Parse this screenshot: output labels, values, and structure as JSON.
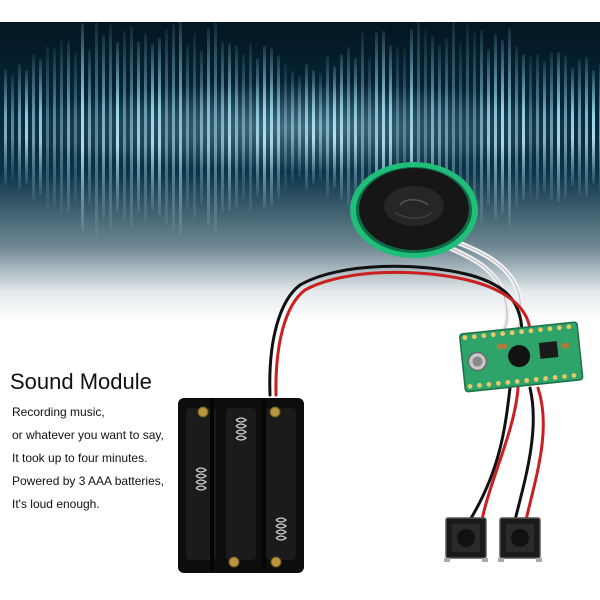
{
  "title": "Sound Module",
  "description": [
    "Recording music,",
    "or whatever you want to say,",
    "It took up to four minutes.",
    "Powered by 3 AAA batteries,",
    "It's loud enough."
  ],
  "colors": {
    "banner_dark": "#031622",
    "wave_light": "#a0e1f5",
    "speaker_ring": "#1fbf7a",
    "pcb": "#2ea36a",
    "battery_case": "#0d0d0d",
    "wire_red": "#d21f1f"
  }
}
